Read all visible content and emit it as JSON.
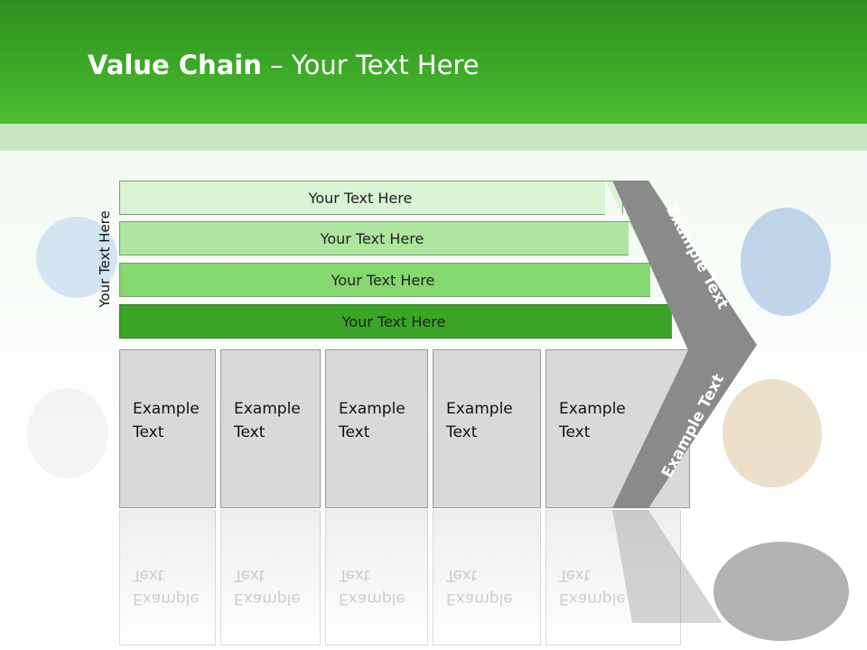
{
  "title": {
    "bold": "Value Chain",
    "rest": " – Your Text Here"
  },
  "side_label": "Your Text Here",
  "bars": [
    {
      "label": "Your Text Here",
      "color": "#d9f3d3"
    },
    {
      "label": "Your Text Here",
      "color": "#aee6a1"
    },
    {
      "label": "Your Text Here",
      "color": "#84d86f"
    },
    {
      "label": "Your Text Here",
      "color": "#3aa526"
    }
  ],
  "boxes": [
    {
      "text": "Example\nText"
    },
    {
      "text": "Example\nText"
    },
    {
      "text": "Example\nText"
    },
    {
      "text": "Example\nText"
    },
    {
      "text": "Example\nText"
    }
  ],
  "chevron": {
    "top_label": "Example Text",
    "bottom_label": "Example Text",
    "color": "#8a8a8a"
  }
}
